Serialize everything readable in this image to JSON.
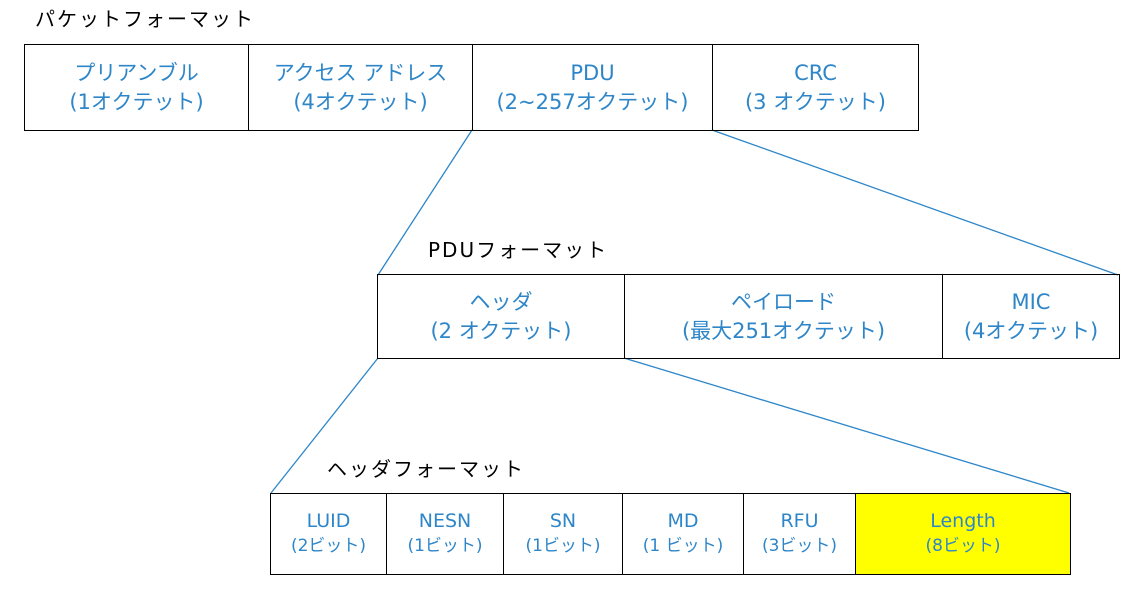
{
  "packet": {
    "title": "パケットフォーマット",
    "fields": [
      {
        "name": "プリアンブル",
        "size": "(1オクテット)"
      },
      {
        "name": "アクセス アドレス",
        "size": "(4オクテット)"
      },
      {
        "name": "PDU",
        "size": "(2~257オクテット)"
      },
      {
        "name": "CRC",
        "size": "(3 オクテット)"
      }
    ]
  },
  "pdu": {
    "title": "PDUフォーマット",
    "fields": [
      {
        "name": "ヘッダ",
        "size": "(2 オクテット)"
      },
      {
        "name": "ペイロード",
        "size": "(最大251オクテット)"
      },
      {
        "name": "MIC",
        "size": "(4オクテット)"
      }
    ]
  },
  "header": {
    "title": "ヘッダフォーマット",
    "fields": [
      {
        "name": "LUID",
        "size": "(2ビット)"
      },
      {
        "name": "NESN",
        "size": "(1ビット)"
      },
      {
        "name": "SN",
        "size": "(1ビット)"
      },
      {
        "name": "MD",
        "size": "(1 ビット)"
      },
      {
        "name": "RFU",
        "size": "(3ビット)"
      },
      {
        "name": "Length",
        "size": "(8ビット)"
      }
    ]
  },
  "colors": {
    "field_text": "#2e86c8",
    "connector_line": "#2e86c8",
    "border": "#000000",
    "highlight_fill": "#ffff00"
  }
}
